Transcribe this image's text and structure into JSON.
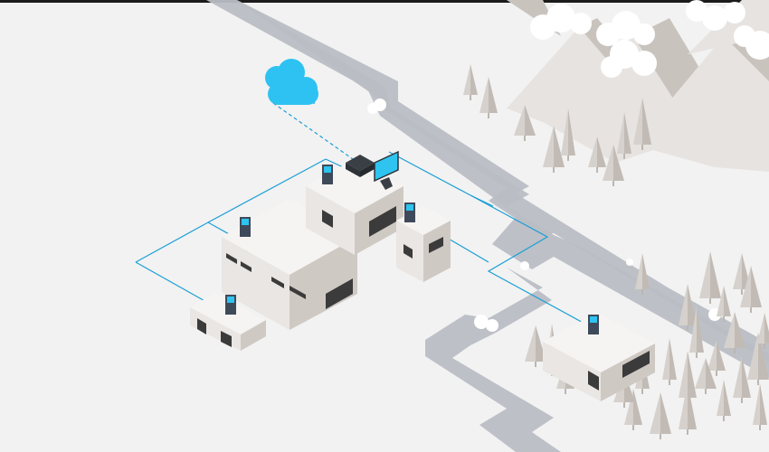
{
  "palette": {
    "background": "#f2f2f2",
    "ground_shadow": "#e3e3e3",
    "river": "#b9bec4",
    "river_edge": "#a9aeb4",
    "network_line": "#1a9fd6",
    "cloud": "#2ec2f2",
    "building_left": "#e9e6e3",
    "building_right": "#cfc9c4",
    "building_top": "#f6f4f2",
    "window_dark": "#3b3b3b",
    "device_body": "#3e4a5a",
    "device_screen": "#2fc3f0",
    "mountain_light": "#e7e3e0",
    "mountain_dark": "#c9c3be",
    "tree": "#d6d1cc",
    "tree_dark": "#c2bbb5",
    "snow_cloud": "#ffffff"
  },
  "scene": {
    "cloud_icon": "cloud-icon",
    "factories": [
      "factory-building",
      "central-hub-building",
      "warehouse-building",
      "small-building",
      "office-building",
      "remote-building"
    ],
    "devices": [
      "iot-sensor-device",
      "gateway-device",
      "monitor-device"
    ],
    "terrain": [
      "river",
      "mountains",
      "pine-forest",
      "snow-clouds"
    ]
  }
}
